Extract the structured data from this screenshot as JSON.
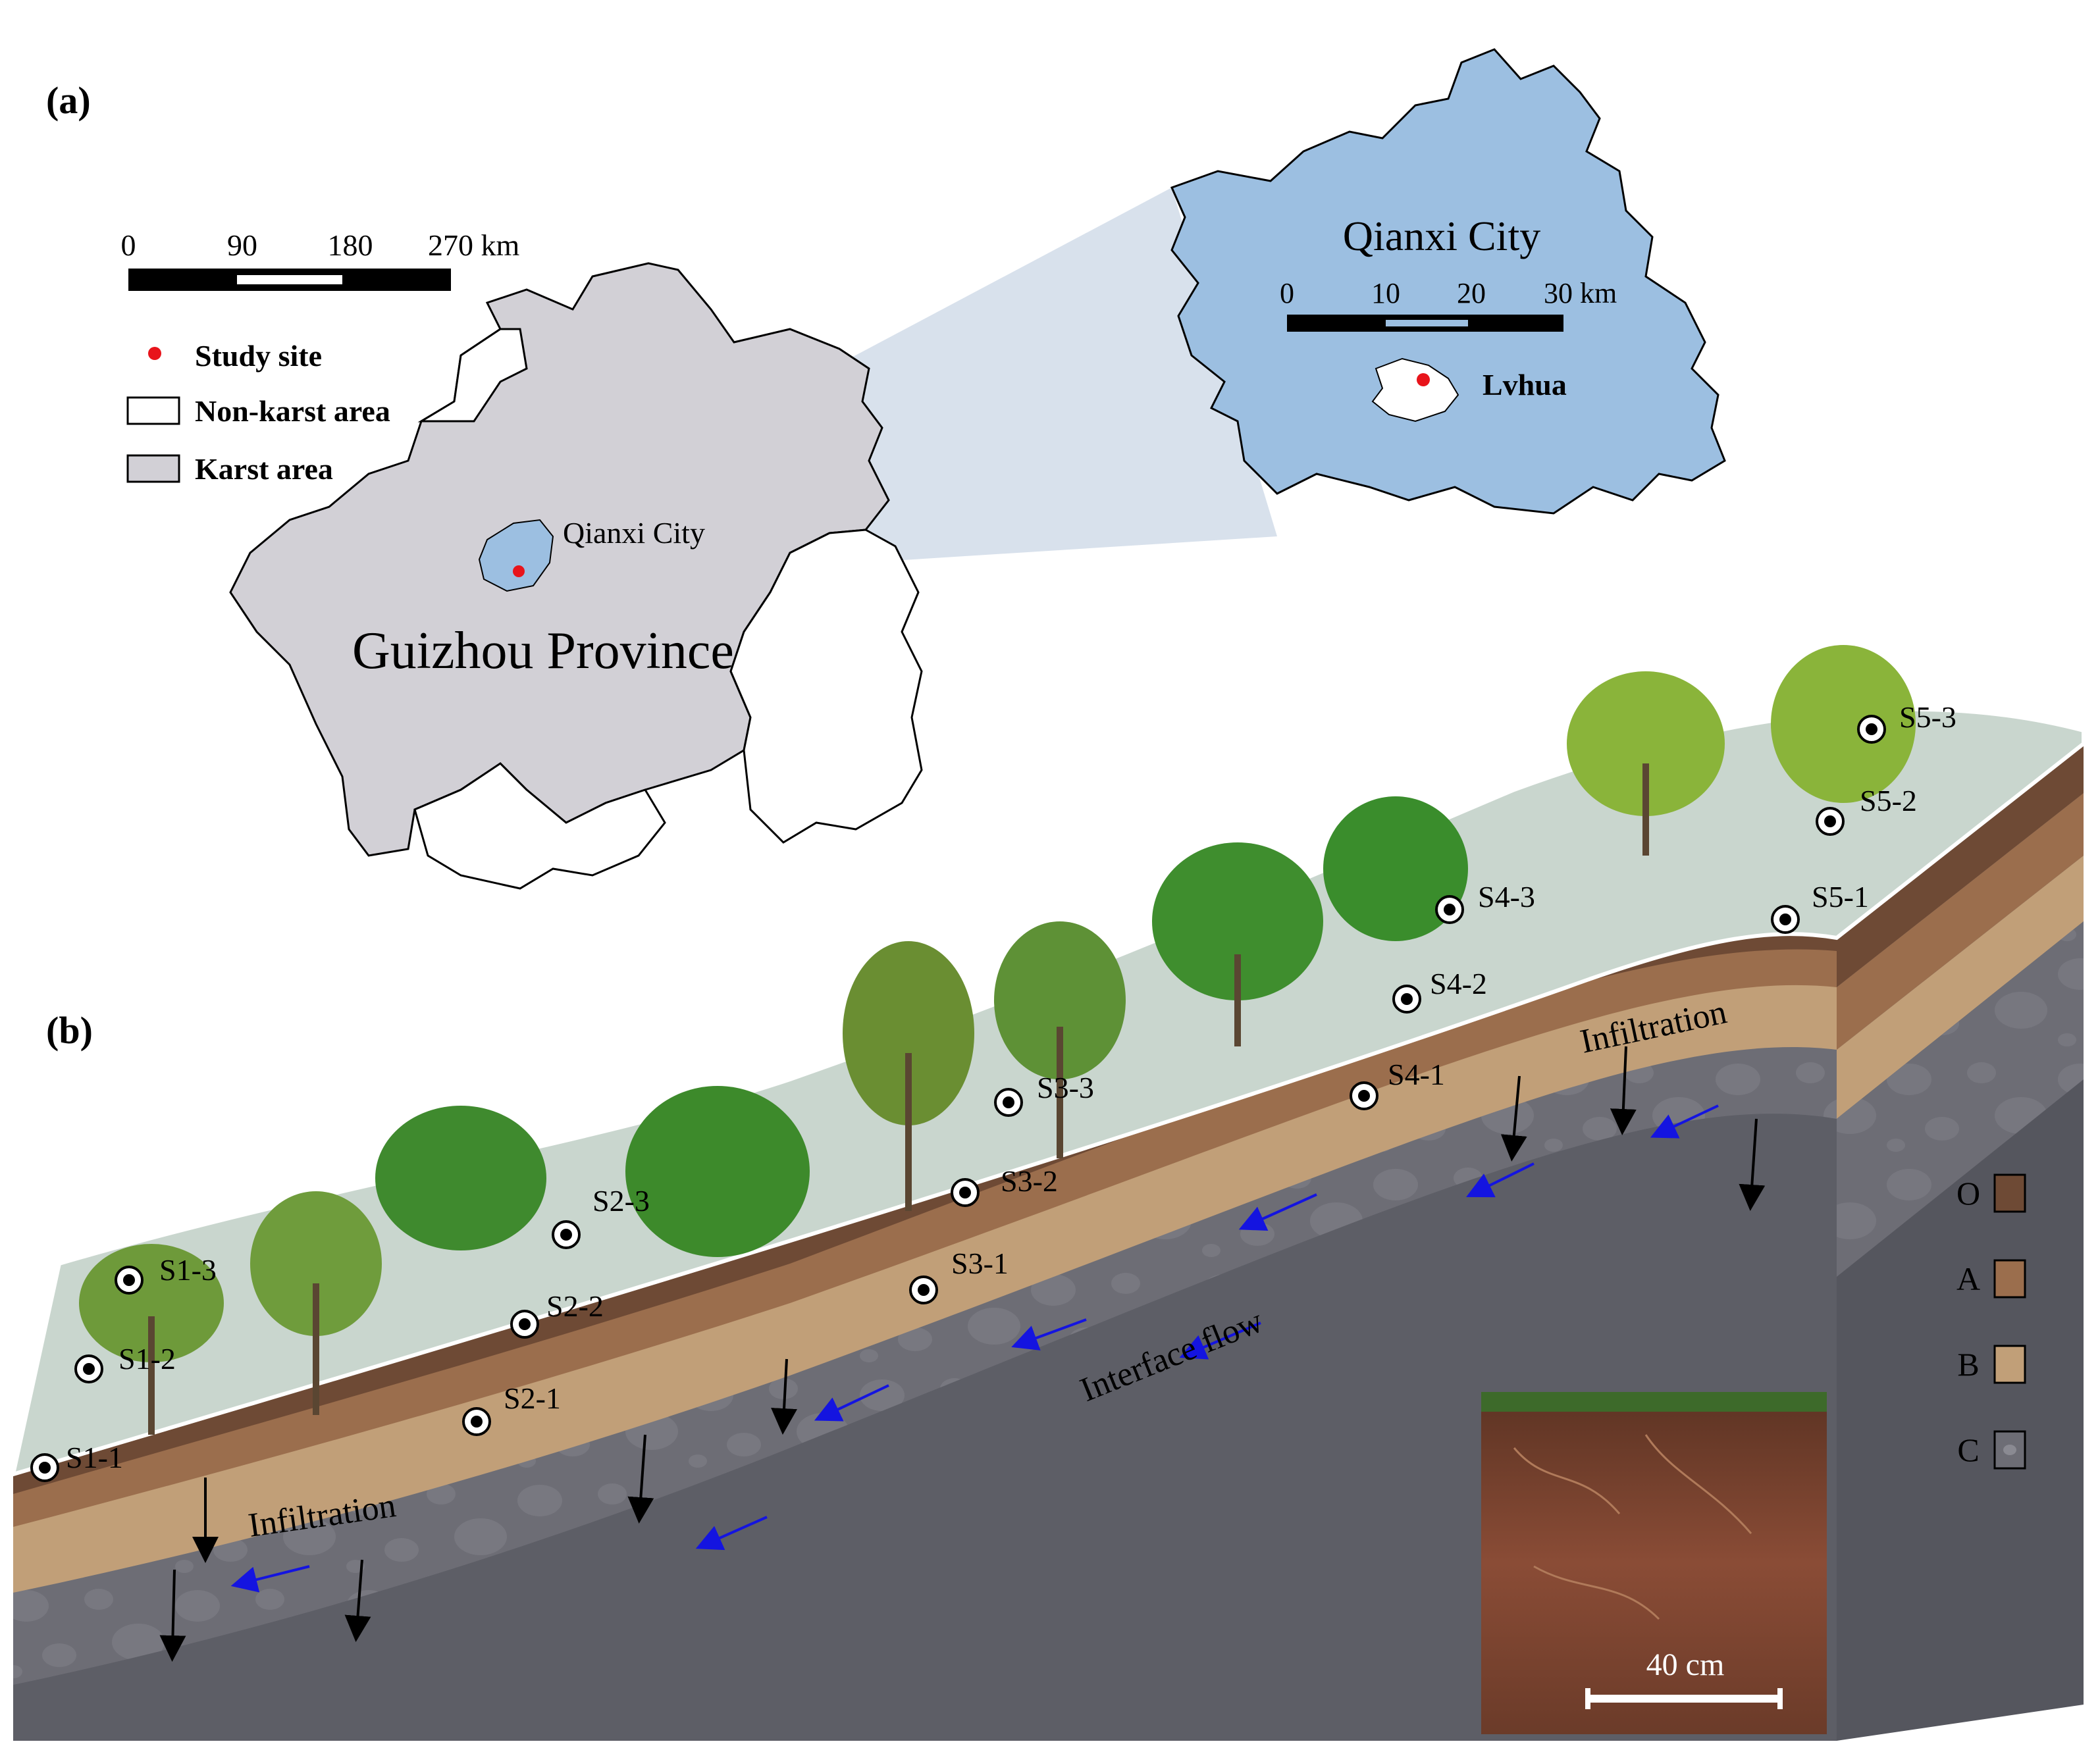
{
  "panel_a": {
    "label": "(a)",
    "scale_main": {
      "ticks": [
        "0",
        "90",
        "180",
        "270 km"
      ]
    },
    "legend": [
      {
        "label": "Study site",
        "symbol": "red-dot",
        "color": "#e8141b"
      },
      {
        "label": "Non-karst area",
        "symbol": "box",
        "color": "#ffffff"
      },
      {
        "label": "Karst area",
        "symbol": "box",
        "color": "#d2d0d6"
      }
    ],
    "province_label": "Guizhou Province",
    "city_small_label": "Qianxi City",
    "inset": {
      "title": "Qianxi City",
      "scale_ticks": [
        "0",
        "10",
        "20",
        "30 km"
      ],
      "site_label": "Lvhua"
    },
    "colors": {
      "karst": "#d2d0d6",
      "city": "#9cbfe1",
      "site": "#e8141b"
    }
  },
  "panel_b": {
    "label": "(b)",
    "sites": [
      "S1-1",
      "S1-2",
      "S1-3",
      "S2-1",
      "S2-2",
      "S2-3",
      "S3-1",
      "S3-2",
      "S3-3",
      "S4-1",
      "S4-2",
      "S4-3",
      "S5-1",
      "S5-2",
      "S5-3"
    ],
    "flow_labels": {
      "infiltration_lower": "Infiltration",
      "infiltration_upper": "Infiltration",
      "interface_flow": "Interface flow"
    },
    "layers": [
      {
        "label": "O",
        "color": "#6e4a35"
      },
      {
        "label": "A",
        "color": "#9b6e4d"
      },
      {
        "label": "B",
        "color": "#c19f78"
      },
      {
        "label": "C",
        "color": "#6d6d75"
      }
    ],
    "photo_scale": "40 cm",
    "colors": {
      "surface": "#c9d6ce",
      "bedrock": "#5d5e66",
      "flow_arrow": "#1414e0"
    }
  }
}
